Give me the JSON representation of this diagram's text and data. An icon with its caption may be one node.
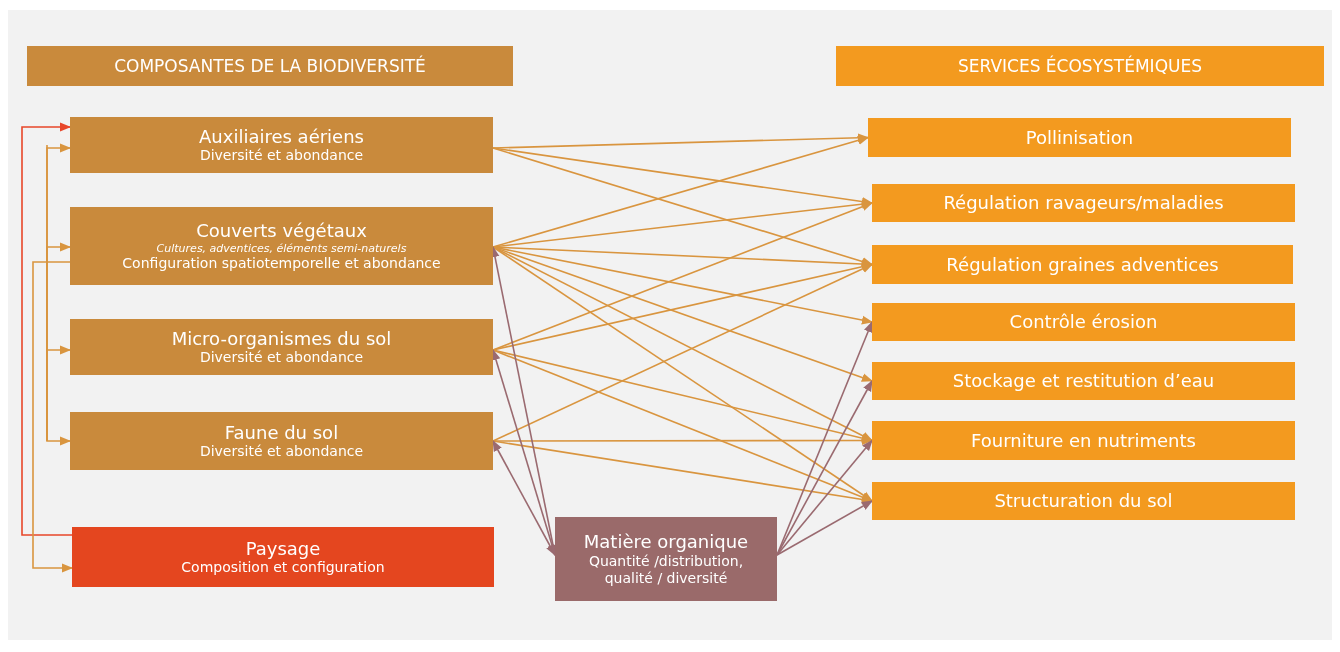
{
  "diagram": {
    "nodes": [
      {
        "text": [
          "COMPOSANTES DE LA BIODIVERSITÉ"
        ]
      },
      {
        "text": [
          "Auxiliaires aériens",
          "Diversité et abondance"
        ]
      },
      {
        "text": [
          "Couverts végétaux",
          "Cultures, adventices, éléments semi-naturels",
          "Configuration spatiotemporelle et abondance"
        ]
      },
      {
        "text": [
          "Micro-organismes du sol",
          "Diversité et abondance"
        ]
      },
      {
        "text": [
          "Faune du sol",
          "Diversité et abondance"
        ]
      },
      {
        "text": [
          "Paysage",
          "Composition et configuration"
        ]
      },
      {
        "text": [
          "Matière organique",
          "Quantité /distribution, qualité / diversité"
        ]
      },
      {
        "text": [
          "SERVICES ÉCOSYSTÉMIQUES"
        ]
      },
      {
        "text": [
          "Pollinisation"
        ]
      },
      {
        "text": [
          "Régulation ravageurs/maladies"
        ]
      },
      {
        "text": [
          "Régulation graines adventices"
        ]
      },
      {
        "text": [
          "Contrôle érosion"
        ]
      },
      {
        "text": [
          "Stockage et restitution d’eau"
        ]
      },
      {
        "text": [
          "Fourniture en nutriments"
        ]
      },
      {
        "text": [
          "Structuration du sol"
        ]
      }
    ],
    "edges": [
      {
        "from": 5,
        "to": 1,
        "arrow": "to",
        "color": "#e8472a"
      },
      {
        "from": 2,
        "to": 5,
        "arrow": "to"
      },
      {
        "from": null,
        "to": 1,
        "arrow": "to"
      },
      {
        "from": null,
        "to": 2,
        "arrow": "to"
      },
      {
        "from": null,
        "to": 3,
        "arrow": "to"
      },
      {
        "from": null,
        "to": 4,
        "arrow": "to"
      },
      {
        "from": 1,
        "to": 8,
        "arrow": "to"
      },
      {
        "from": 1,
        "to": 9,
        "arrow": "to"
      },
      {
        "from": 1,
        "to": 10,
        "arrow": "to"
      },
      {
        "from": 2,
        "to": 8,
        "arrow": "to"
      },
      {
        "from": 2,
        "to": 9,
        "arrow": "to"
      },
      {
        "from": 2,
        "to": 10,
        "arrow": "to"
      },
      {
        "from": 2,
        "to": 11,
        "arrow": "to"
      },
      {
        "from": 2,
        "to": 12,
        "arrow": "to"
      },
      {
        "from": 2,
        "to": 13,
        "arrow": "to"
      },
      {
        "from": 2,
        "to": 14,
        "arrow": "to"
      },
      {
        "from": 3,
        "to": 9,
        "arrow": "to"
      },
      {
        "from": 3,
        "to": 10,
        "arrow": "to"
      },
      {
        "from": 3,
        "to": 13,
        "arrow": "to"
      },
      {
        "from": 3,
        "to": 14,
        "arrow": "to"
      },
      {
        "from": 4,
        "to": 10,
        "arrow": "to"
      },
      {
        "from": 4,
        "to": 13,
        "arrow": "to"
      },
      {
        "from": 4,
        "to": 14,
        "arrow": "to"
      },
      {
        "from": 6,
        "to": 2,
        "arrow": "both",
        "color": "#9a6a70"
      },
      {
        "from": 6,
        "to": 3,
        "arrow": "both",
        "color": "#9a6a70"
      },
      {
        "from": 6,
        "to": 4,
        "arrow": "both",
        "color": "#9a6a70"
      },
      {
        "from": 6,
        "to": 11,
        "arrow": "to",
        "color": "#9a6a70"
      },
      {
        "from": 6,
        "to": 12,
        "arrow": "to",
        "color": "#9a6a70"
      },
      {
        "from": 6,
        "to": 13,
        "arrow": "to",
        "color": "#9a6a70"
      },
      {
        "from": 6,
        "to": 14,
        "arrow": "to",
        "color": "#9a6a70"
      }
    ]
  }
}
